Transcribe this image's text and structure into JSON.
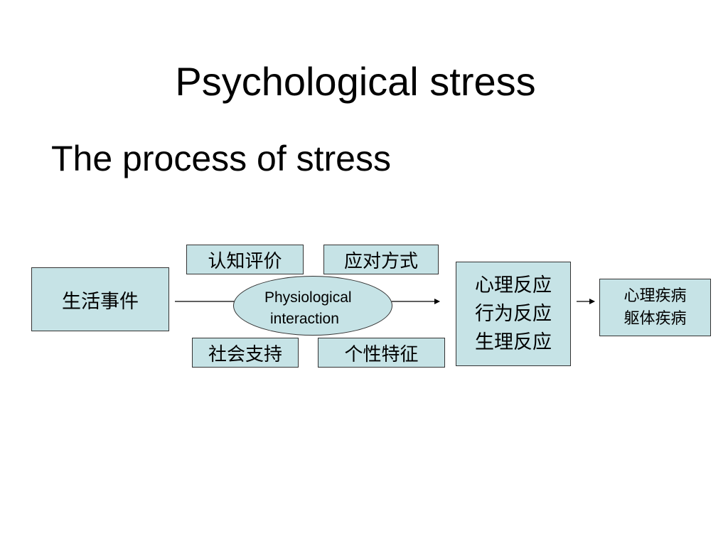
{
  "slide": {
    "title": "Psychological stress",
    "subtitle": "The process of stress"
  },
  "diagram": {
    "life_events": "生活事件",
    "cognitive_appraisal": "认知评价",
    "coping_style": "应对方式",
    "social_support": "社会支持",
    "personality": "个性特征",
    "interaction_line1": "Physiological",
    "interaction_line2": "interaction",
    "responses": [
      "心理反应",
      "行为反应",
      "生理反应"
    ],
    "diseases": [
      "心理疾病",
      "躯体疾病"
    ]
  },
  "colors": {
    "box_fill": "#c6e3e6",
    "border": "#333333",
    "text": "#000000"
  }
}
